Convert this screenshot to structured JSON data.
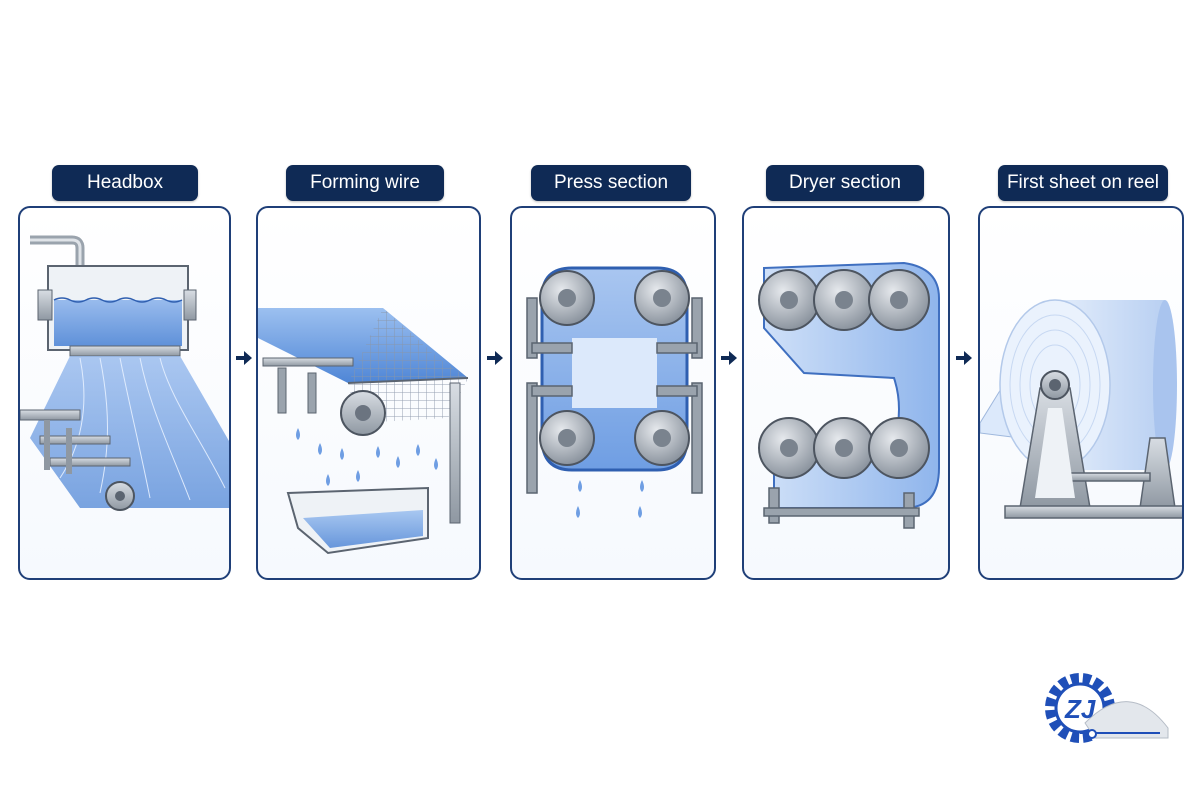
{
  "steps": [
    {
      "label": "Headbox"
    },
    {
      "label": "Forming wire"
    },
    {
      "label": "Press section"
    },
    {
      "label": "Dryer section"
    },
    {
      "label": "First sheet on reel"
    }
  ],
  "logo": {
    "text": "ZJ"
  },
  "colors": {
    "label_bg": "#0f2a55",
    "panel_border": "#1f3f78",
    "water": "#5b8fdb",
    "steel": "#9aa3ad",
    "logo_blue": "#1f4fb8"
  }
}
